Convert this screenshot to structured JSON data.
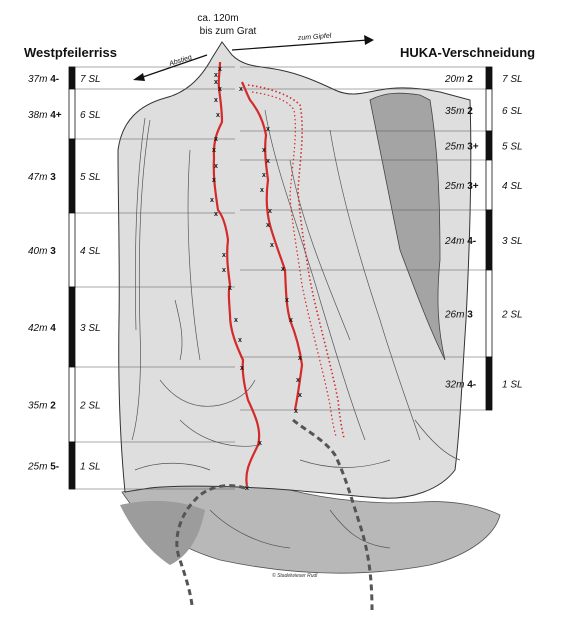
{
  "top_note": {
    "line1": "ca. 120m",
    "line2": "bis zum Grat"
  },
  "descent_label": "Abstieg",
  "summit_label": "zum Gipfel",
  "credit": "© Stadelwieser Rudi",
  "left_route": {
    "name": "Westpfeilerriss",
    "color": "#d42a2a",
    "pitches": [
      {
        "length": "37m",
        "grade": "4-",
        "pitch": "7 SL"
      },
      {
        "length": "38m",
        "grade": "4+",
        "pitch": "6 SL"
      },
      {
        "length": "47m",
        "grade": "3",
        "pitch": "5 SL"
      },
      {
        "length": "40m",
        "grade": "3",
        "pitch": "4 SL"
      },
      {
        "length": "42m",
        "grade": "4",
        "pitch": "3 SL"
      },
      {
        "length": "35m",
        "grade": "2",
        "pitch": "2 SL"
      },
      {
        "length": "25m",
        "grade": "5-",
        "pitch": "1 SL"
      }
    ]
  },
  "right_route": {
    "name": "HUKA-Verschneidung",
    "color": "#d42a2a",
    "pitches": [
      {
        "length": "20m",
        "grade": "2",
        "pitch": "7 SL"
      },
      {
        "length": "35m",
        "grade": "2",
        "pitch": "6 SL"
      },
      {
        "length": "25m",
        "grade": "3+",
        "pitch": "5 SL"
      },
      {
        "length": "25m",
        "grade": "3+",
        "pitch": "4 SL"
      },
      {
        "length": "24m",
        "grade": "4-",
        "pitch": "3 SL"
      },
      {
        "length": "26m",
        "grade": "3",
        "pitch": "2 SL"
      },
      {
        "length": "32m",
        "grade": "4-",
        "pitch": "1 SL"
      }
    ]
  },
  "colors": {
    "rock": "#dcdcdc",
    "scree": "#a8a8a8",
    "line": "#333333",
    "band": "#111111"
  }
}
